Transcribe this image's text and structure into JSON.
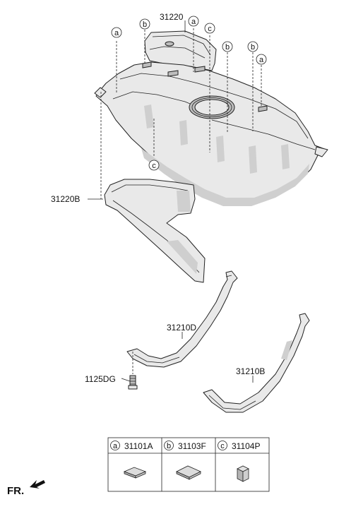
{
  "callouts": {
    "heat_shield_top": "31220",
    "heat_shield_lower": "31220B",
    "strap_left": "31210D",
    "strap_right": "31210B",
    "bolt": "1125DG",
    "fr_label": "FR."
  },
  "markers": {
    "a": "a",
    "b": "b",
    "c": "c"
  },
  "legend": [
    {
      "letter": "a",
      "part": "31101A",
      "icon": "pad-flat-icon"
    },
    {
      "letter": "b",
      "part": "31103F",
      "icon": "pad-square-icon"
    },
    {
      "letter": "c",
      "part": "31104P",
      "icon": "block-icon"
    }
  ]
}
